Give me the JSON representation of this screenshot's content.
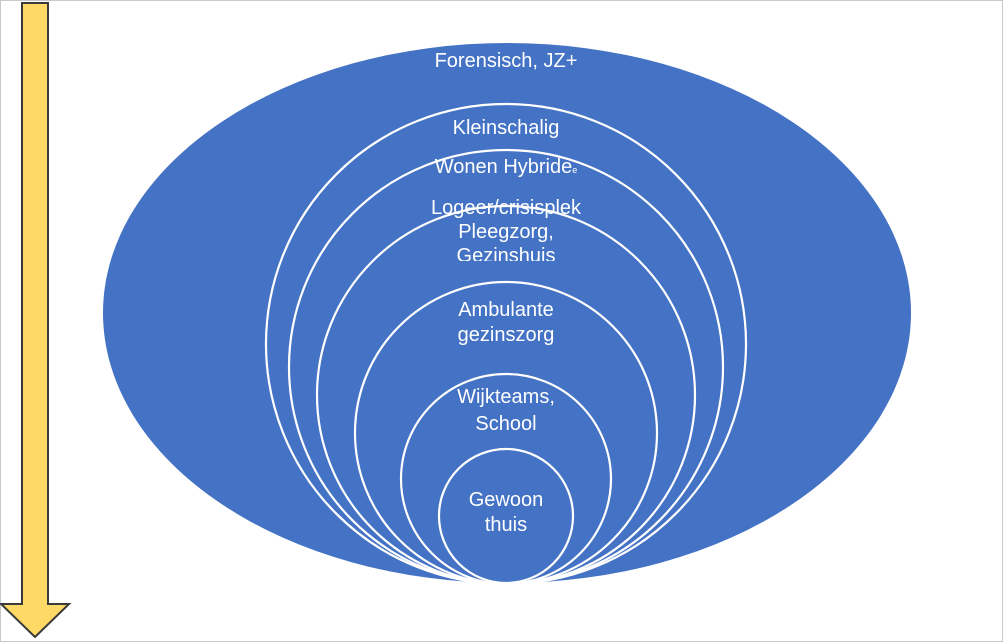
{
  "colors": {
    "ellipse_fill": "#4472C4",
    "ring_stroke": "#ffffff",
    "arrow_fill": "#FFD966",
    "arrow_stroke": "#3A3A3A",
    "frame": "#c8c8c8"
  },
  "arrow": {
    "direction": "down"
  },
  "levels": {
    "forensisch": "Forensisch, JZ+",
    "kleinschalig": "Kleinschalig",
    "wonen_hybride": "Wonen Hybride",
    "wonen_hybride_suffix": "e",
    "logeer": "Logeer/crisisplek",
    "pleegzorg": "Pleegzorg,",
    "gezinshuis": "Gezinshuis",
    "ambulante_1": "Ambulante",
    "ambulante_2": "gezinszorg",
    "wijkteams_1": "Wijkteams,",
    "wijkteams_2": "School",
    "gewoon_1": "Gewoon",
    "gewoon_2": "thuis"
  }
}
